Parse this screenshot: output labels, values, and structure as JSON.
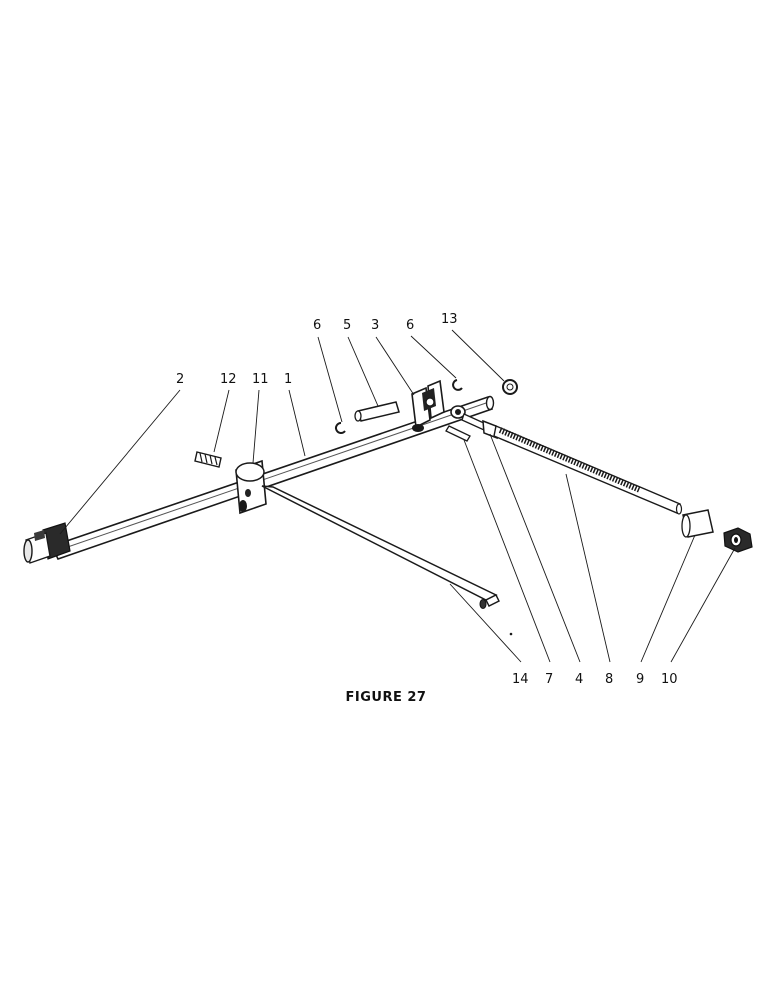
{
  "figure": {
    "caption": "FIGURE 27",
    "ink_color": "#1a1a1a",
    "callouts_top": [
      "6",
      "5",
      "3",
      "6",
      "13"
    ],
    "callouts_left": [
      "2",
      "12",
      "11",
      "1"
    ],
    "callouts_bottom": [
      "14",
      "7",
      "4",
      "8",
      "9",
      "10"
    ]
  }
}
